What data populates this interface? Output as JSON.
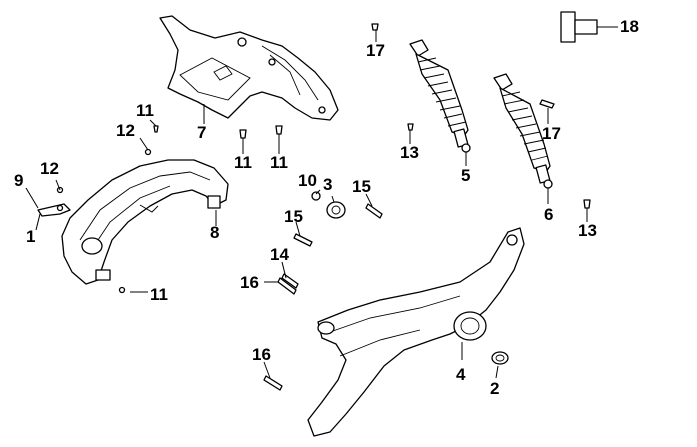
{
  "diagram": {
    "callouts": {
      "c1": "1",
      "c2": "2",
      "c3": "3",
      "c4": "4",
      "c5": "5",
      "c6": "6",
      "c7": "7",
      "c8": "8",
      "c9": "9",
      "c10": "10",
      "c11a": "11",
      "c11b": "11",
      "c11c": "11",
      "c11d": "11",
      "c12a": "12",
      "c12b": "12",
      "c13a": "13",
      "c13b": "13",
      "c14": "14",
      "c15a": "15",
      "c15b": "15",
      "c16a": "16",
      "c16b": "16",
      "c17a": "17",
      "c17b": "17",
      "c18": "18"
    }
  }
}
